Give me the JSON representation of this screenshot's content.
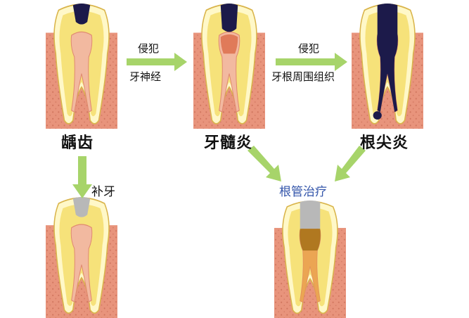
{
  "stages": {
    "caries": "龋齿",
    "pulpitis": "牙髓炎",
    "periapical": "根尖炎"
  },
  "arrows": {
    "step1_line1": "侵犯",
    "step1_line2": "牙神经",
    "step2_line1": "侵犯",
    "step2_line2": "牙根周围组织",
    "filling": "补牙",
    "root_canal": "根管治疗"
  },
  "colors": {
    "gum": "#e8947c",
    "dentin": "#f6e27a",
    "enamel": "#fff8c8",
    "decay": "#1c1a4a",
    "filling": "#b8b8b8",
    "rootfill": "#b07820",
    "arrow": "#a7d46a"
  }
}
